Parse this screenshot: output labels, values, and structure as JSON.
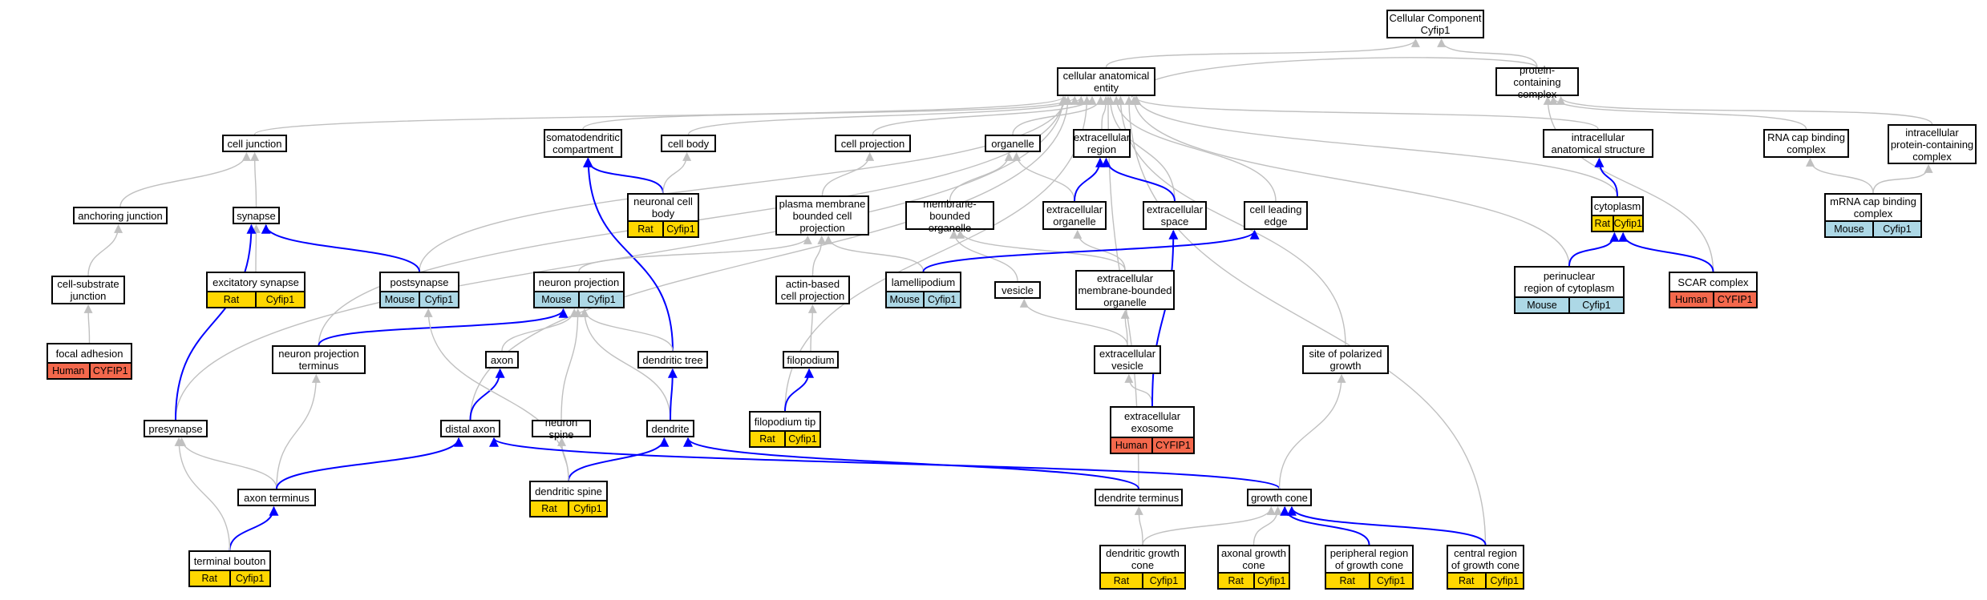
{
  "colors": {
    "edge_gray": "#c0c0c0",
    "edge_blue": "#0000ff",
    "rat": "#ffd700",
    "mouse": "#add8e6",
    "human": "#f4684c"
  },
  "nodes": [
    {
      "id": "root",
      "label": "Cellular Component\nCyfip1"
    },
    {
      "id": "cae",
      "label": "cellular anatomical\nentity"
    },
    {
      "id": "pcc",
      "label": "protein-containing\ncomplex"
    },
    {
      "id": "celljunction",
      "label": "cell junction"
    },
    {
      "id": "sdc",
      "label": "somatodendritic\ncompartment"
    },
    {
      "id": "cellbody",
      "label": "cell body"
    },
    {
      "id": "cellproj",
      "label": "cell projection"
    },
    {
      "id": "organelle",
      "label": "organelle"
    },
    {
      "id": "extreg",
      "label": "extracellular\nregion"
    },
    {
      "id": "ias",
      "label": "intracellular\nanatomical structure"
    },
    {
      "id": "rnacap",
      "label": "RNA cap binding\ncomplex"
    },
    {
      "id": "ipcc",
      "label": "intracellular\nprotein-containing\ncomplex"
    },
    {
      "id": "anchjunc",
      "label": "anchoring junction"
    },
    {
      "id": "synapse",
      "label": "synapse"
    },
    {
      "id": "ncb",
      "label": "neuronal cell\nbody",
      "tags": [
        {
          "text": "Rat",
          "sp": "rat"
        },
        {
          "text": "Cyfip1",
          "sp": "rat"
        }
      ]
    },
    {
      "id": "pmbcp",
      "label": "plasma membrane\nbounded cell\nprojection"
    },
    {
      "id": "mbo",
      "label": "membrane-bounded\norganelle"
    },
    {
      "id": "extorg",
      "label": "extracellular\norganelle"
    },
    {
      "id": "extspace",
      "label": "extracellular\nspace"
    },
    {
      "id": "cle",
      "label": "cell leading\nedge"
    },
    {
      "id": "cytoplasm",
      "label": "cytoplasm",
      "tags": [
        {
          "text": "Rat",
          "sp": "rat"
        },
        {
          "text": "Cyfip1",
          "sp": "rat"
        }
      ]
    },
    {
      "id": "mrnacap",
      "label": "mRNA cap binding\ncomplex",
      "tags": [
        {
          "text": "Mouse",
          "sp": "mouse"
        },
        {
          "text": "Cyfip1",
          "sp": "mouse"
        }
      ]
    },
    {
      "id": "csj",
      "label": "cell-substrate\njunction"
    },
    {
      "id": "excsyn",
      "label": "excitatory synapse",
      "tags": [
        {
          "text": "Rat",
          "sp": "rat"
        },
        {
          "text": "Cyfip1",
          "sp": "rat"
        }
      ]
    },
    {
      "id": "postsyn",
      "label": "postsynapse",
      "tags": [
        {
          "text": "Mouse",
          "sp": "mouse"
        },
        {
          "text": "Cyfip1",
          "sp": "mouse"
        }
      ]
    },
    {
      "id": "neuproj",
      "label": "neuron projection",
      "tags": [
        {
          "text": "Mouse",
          "sp": "mouse"
        },
        {
          "text": "Cyfip1",
          "sp": "mouse"
        }
      ]
    },
    {
      "id": "abcp",
      "label": "actin-based\ncell projection"
    },
    {
      "id": "lamelli",
      "label": "lamellipodium",
      "tags": [
        {
          "text": "Mouse",
          "sp": "mouse"
        },
        {
          "text": "Cyfip1",
          "sp": "mouse"
        }
      ]
    },
    {
      "id": "vesicle",
      "label": "vesicle"
    },
    {
      "id": "embo",
      "label": "extracellular\nmembrane-bounded\norganelle"
    },
    {
      "id": "perinuc",
      "label": "perinuclear\nregion of cytoplasm",
      "tags": [
        {
          "text": "Mouse",
          "sp": "mouse"
        },
        {
          "text": "Cyfip1",
          "sp": "mouse"
        }
      ]
    },
    {
      "id": "scar",
      "label": "SCAR complex",
      "tags": [
        {
          "text": "Human",
          "sp": "human"
        },
        {
          "text": "CYFIP1",
          "sp": "human"
        }
      ]
    },
    {
      "id": "focadh",
      "label": "focal adhesion",
      "tags": [
        {
          "text": "Human",
          "sp": "human"
        },
        {
          "text": "CYFIP1",
          "sp": "human"
        }
      ]
    },
    {
      "id": "npt",
      "label": "neuron projection\nterminus"
    },
    {
      "id": "axon",
      "label": "axon"
    },
    {
      "id": "dtree",
      "label": "dendritic tree"
    },
    {
      "id": "filop",
      "label": "filopodium"
    },
    {
      "id": "extves",
      "label": "extracellular\nvesicle"
    },
    {
      "id": "spg",
      "label": "site of polarized\ngrowth"
    },
    {
      "id": "presyn",
      "label": "presynapse"
    },
    {
      "id": "distaxon",
      "label": "distal axon"
    },
    {
      "id": "nspine",
      "label": "neuron spine"
    },
    {
      "id": "dendrite",
      "label": "dendrite"
    },
    {
      "id": "filtip",
      "label": "filopodium tip",
      "tags": [
        {
          "text": "Rat",
          "sp": "rat"
        },
        {
          "text": "Cyfip1",
          "sp": "rat"
        }
      ]
    },
    {
      "id": "exo",
      "label": "extracellular\nexosome",
      "tags": [
        {
          "text": "Human",
          "sp": "human"
        },
        {
          "text": "CYFIP1",
          "sp": "human"
        }
      ]
    },
    {
      "id": "axterm",
      "label": "axon terminus"
    },
    {
      "id": "dspine",
      "label": "dendritic spine",
      "tags": [
        {
          "text": "Rat",
          "sp": "rat"
        },
        {
          "text": "Cyfip1",
          "sp": "rat"
        }
      ]
    },
    {
      "id": "dterm",
      "label": "dendrite terminus"
    },
    {
      "id": "gcone",
      "label": "growth cone"
    },
    {
      "id": "tbouton",
      "label": "terminal bouton",
      "tags": [
        {
          "text": "Rat",
          "sp": "rat"
        },
        {
          "text": "Cyfip1",
          "sp": "rat"
        }
      ]
    },
    {
      "id": "dgc",
      "label": "dendritic growth\ncone",
      "tags": [
        {
          "text": "Rat",
          "sp": "rat"
        },
        {
          "text": "Cyfip1",
          "sp": "rat"
        }
      ]
    },
    {
      "id": "agc",
      "label": "axonal growth\ncone",
      "tags": [
        {
          "text": "Rat",
          "sp": "rat"
        },
        {
          "text": "Cyfip1",
          "sp": "rat"
        }
      ]
    },
    {
      "id": "prgc",
      "label": "peripheral region\nof growth cone",
      "tags": [
        {
          "text": "Rat",
          "sp": "rat"
        },
        {
          "text": "Cyfip1",
          "sp": "rat"
        }
      ]
    },
    {
      "id": "crgc",
      "label": "central region\nof growth cone",
      "tags": [
        {
          "text": "Rat",
          "sp": "rat"
        },
        {
          "text": "Cyfip1",
          "sp": "rat"
        }
      ]
    }
  ],
  "edges": [
    {
      "from": "cae",
      "to": "root",
      "kind": "gray"
    },
    {
      "from": "pcc",
      "to": "root",
      "kind": "gray"
    },
    {
      "from": "pcc",
      "to": "cae",
      "kind": "gray"
    },
    {
      "from": "celljunction",
      "to": "cae",
      "kind": "gray"
    },
    {
      "from": "sdc",
      "to": "cae",
      "kind": "gray"
    },
    {
      "from": "cellbody",
      "to": "cae",
      "kind": "gray"
    },
    {
      "from": "cellproj",
      "to": "cae",
      "kind": "gray"
    },
    {
      "from": "organelle",
      "to": "cae",
      "kind": "gray"
    },
    {
      "from": "extreg",
      "to": "cae",
      "kind": "gray"
    },
    {
      "from": "ias",
      "to": "cae",
      "kind": "gray"
    },
    {
      "from": "cytoplasm",
      "to": "cae",
      "kind": "gray"
    },
    {
      "from": "extspace",
      "to": "cae",
      "kind": "gray"
    },
    {
      "from": "cle",
      "to": "cae",
      "kind": "gray"
    },
    {
      "from": "spg",
      "to": "cae",
      "kind": "gray"
    },
    {
      "from": "perinuc",
      "to": "cae",
      "kind": "gray"
    },
    {
      "from": "dterm",
      "to": "cae",
      "kind": "gray"
    },
    {
      "from": "crgc",
      "to": "cae",
      "kind": "gray"
    },
    {
      "from": "presyn",
      "to": "cae",
      "kind": "gray"
    },
    {
      "from": "postsyn",
      "to": "cae",
      "kind": "gray"
    },
    {
      "from": "npt",
      "to": "cae",
      "kind": "gray"
    },
    {
      "from": "distaxon",
      "to": "cae",
      "kind": "gray"
    },
    {
      "from": "filtip",
      "to": "cae",
      "kind": "gray"
    },
    {
      "from": "rnacap",
      "to": "pcc",
      "kind": "gray"
    },
    {
      "from": "ipcc",
      "to": "pcc",
      "kind": "gray"
    },
    {
      "from": "scar",
      "to": "pcc",
      "kind": "gray"
    },
    {
      "from": "mrnacap",
      "to": "rnacap",
      "kind": "gray"
    },
    {
      "from": "mrnacap",
      "to": "ipcc",
      "kind": "gray"
    },
    {
      "from": "anchjunc",
      "to": "celljunction",
      "kind": "gray"
    },
    {
      "from": "synapse",
      "to": "celljunction",
      "kind": "gray"
    },
    {
      "from": "csj",
      "to": "anchjunc",
      "kind": "gray"
    },
    {
      "from": "focadh",
      "to": "csj",
      "kind": "gray"
    },
    {
      "from": "excsyn",
      "to": "synapse",
      "kind": "gray"
    },
    {
      "from": "postsyn",
      "to": "synapse",
      "kind": "blue"
    },
    {
      "from": "presyn",
      "to": "synapse",
      "kind": "blue"
    },
    {
      "from": "ncb",
      "to": "sdc",
      "kind": "blue"
    },
    {
      "from": "ncb",
      "to": "cellbody",
      "kind": "gray"
    },
    {
      "from": "dtree",
      "to": "sdc",
      "kind": "blue"
    },
    {
      "from": "pmbcp",
      "to": "cellproj",
      "kind": "gray"
    },
    {
      "from": "neuproj",
      "to": "pmbcp",
      "kind": "gray"
    },
    {
      "from": "abcp",
      "to": "pmbcp",
      "kind": "gray"
    },
    {
      "from": "lamelli",
      "to": "pmbcp",
      "kind": "gray"
    },
    {
      "from": "filop",
      "to": "abcp",
      "kind": "gray"
    },
    {
      "from": "filtip",
      "to": "filop",
      "kind": "blue"
    },
    {
      "from": "mbo",
      "to": "organelle",
      "kind": "gray"
    },
    {
      "from": "extorg",
      "to": "organelle",
      "kind": "gray"
    },
    {
      "from": "extorg",
      "to": "extreg",
      "kind": "blue"
    },
    {
      "from": "extspace",
      "to": "extreg",
      "kind": "blue"
    },
    {
      "from": "embo",
      "to": "extorg",
      "kind": "gray"
    },
    {
      "from": "embo",
      "to": "mbo",
      "kind": "gray"
    },
    {
      "from": "vesicle",
      "to": "mbo",
      "kind": "gray"
    },
    {
      "from": "extves",
      "to": "vesicle",
      "kind": "gray"
    },
    {
      "from": "extves",
      "to": "embo",
      "kind": "gray"
    },
    {
      "from": "exo",
      "to": "extves",
      "kind": "gray"
    },
    {
      "from": "exo",
      "to": "extspace",
      "kind": "blue"
    },
    {
      "from": "lamelli",
      "to": "cle",
      "kind": "blue"
    },
    {
      "from": "cytoplasm",
      "to": "ias",
      "kind": "blue"
    },
    {
      "from": "perinuc",
      "to": "cytoplasm",
      "kind": "blue"
    },
    {
      "from": "scar",
      "to": "cytoplasm",
      "kind": "blue"
    },
    {
      "from": "npt",
      "to": "neuproj",
      "kind": "blue"
    },
    {
      "from": "axon",
      "to": "neuproj",
      "kind": "gray"
    },
    {
      "from": "dtree",
      "to": "neuproj",
      "kind": "gray"
    },
    {
      "from": "nspine",
      "to": "neuproj",
      "kind": "gray"
    },
    {
      "from": "dendrite",
      "to": "neuproj",
      "kind": "gray"
    },
    {
      "from": "dendrite",
      "to": "dtree",
      "kind": "blue"
    },
    {
      "from": "distaxon",
      "to": "axon",
      "kind": "blue"
    },
    {
      "from": "axterm",
      "to": "npt",
      "kind": "gray"
    },
    {
      "from": "axterm",
      "to": "presyn",
      "kind": "gray"
    },
    {
      "from": "axterm",
      "to": "distaxon",
      "kind": "blue"
    },
    {
      "from": "tbouton",
      "to": "axterm",
      "kind": "blue"
    },
    {
      "from": "tbouton",
      "to": "presyn",
      "kind": "gray"
    },
    {
      "from": "dspine",
      "to": "nspine",
      "kind": "gray"
    },
    {
      "from": "dspine",
      "to": "dendrite",
      "kind": "blue"
    },
    {
      "from": "dspine",
      "to": "postsyn",
      "kind": "gray"
    },
    {
      "from": "dterm",
      "to": "dendrite",
      "kind": "blue"
    },
    {
      "from": "gcone",
      "to": "distaxon",
      "kind": "blue"
    },
    {
      "from": "gcone",
      "to": "spg",
      "kind": "gray"
    },
    {
      "from": "dgc",
      "to": "gcone",
      "kind": "gray"
    },
    {
      "from": "dgc",
      "to": "dterm",
      "kind": "gray"
    },
    {
      "from": "agc",
      "to": "gcone",
      "kind": "gray"
    },
    {
      "from": "prgc",
      "to": "gcone",
      "kind": "blue"
    },
    {
      "from": "crgc",
      "to": "gcone",
      "kind": "blue"
    }
  ]
}
